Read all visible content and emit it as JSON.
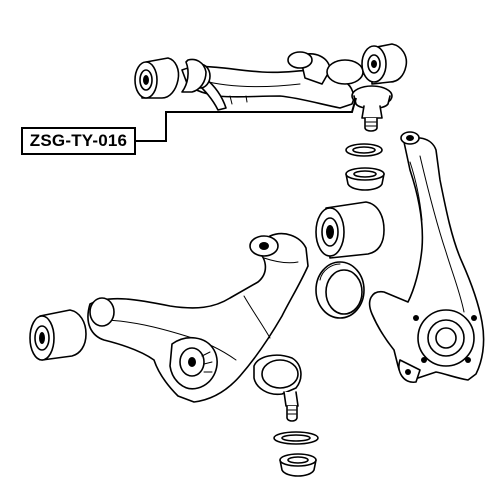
{
  "callout": {
    "part_number": "ZSG-TY-016",
    "leader_color": "#000000"
  },
  "diagram": {
    "style": "exploded technical line drawing",
    "background": "#ffffff",
    "ink": "#000000",
    "components": [
      "upper-control-arm",
      "upper-arm-bushing-front",
      "upper-arm-bushing-rear",
      "upper-ball-joint",
      "ball-joint-boot-upper",
      "ball-joint-seal-upper",
      "lower-arm-bushing-large",
      "bushing-ring",
      "steering-knuckle",
      "lower-control-arm",
      "lower-arm-bushing-left",
      "lower-ball-joint",
      "ball-joint-boot-lower",
      "ball-joint-seal-lower"
    ]
  }
}
